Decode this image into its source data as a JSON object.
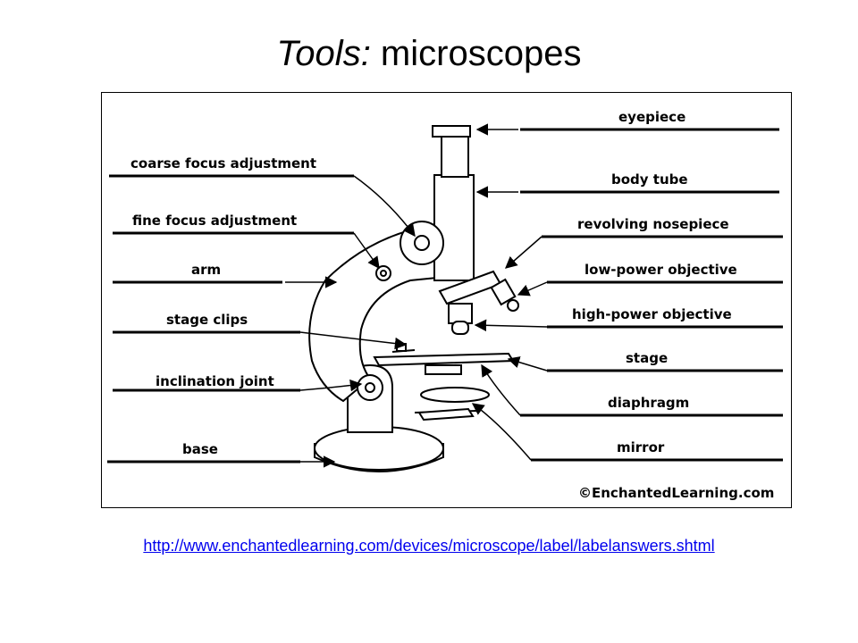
{
  "title": {
    "italic": "Tools:",
    "rest": " microscopes"
  },
  "diagram": {
    "labels_left": {
      "coarse": "coarse focus adjustment",
      "fine": "fine focus adjustment",
      "arm": "arm",
      "clips": "stage clips",
      "inclination": "inclination joint",
      "base": "base"
    },
    "labels_right": {
      "eyepiece": "eyepiece",
      "body_tube": "body tube",
      "nosepiece": "revolving nosepiece",
      "low_power": "low-power objective",
      "high_power": "high-power objective",
      "stage": "stage",
      "diaphragm": "diaphragm",
      "mirror": "mirror"
    },
    "copyright": "©EnchantedLearning.com"
  },
  "source_url": "http://www.enchantedlearning.com/devices/microscope/label/labelanswers.shtml"
}
